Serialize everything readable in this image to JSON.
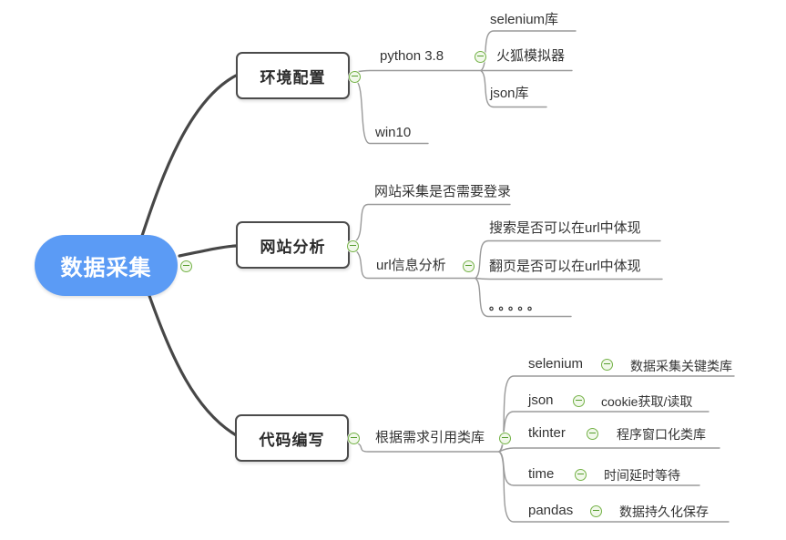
{
  "app": {
    "type": "mindmap"
  },
  "colors": {
    "root_bg": "#5b9bf5",
    "root_text": "#ffffff",
    "branch_border": "#4b4b4b",
    "thick_line": "#474747",
    "thin_line": "#9a9a9a",
    "collapse_green": "#74b247",
    "text": "#333333"
  },
  "icons": {
    "collapse": "minus-in-circle"
  },
  "root": {
    "label": "数据采集"
  },
  "branches": [
    {
      "label": "环境配置",
      "children": [
        {
          "label": "python 3.8",
          "children": [
            {
              "label": "selenium库"
            },
            {
              "label": "火狐模拟器"
            },
            {
              "label": "json库"
            }
          ]
        },
        {
          "label": "win10"
        }
      ]
    },
    {
      "label": "网站分析",
      "children": [
        {
          "label": "网站采集是否需要登录"
        },
        {
          "label": "url信息分析",
          "children": [
            {
              "label": "搜索是否可以在url中体现"
            },
            {
              "label": "翻页是否可以在url中体现"
            },
            {
              "label": "。。。。。"
            }
          ]
        }
      ]
    },
    {
      "label": "代码编写",
      "children": [
        {
          "label": "根据需求引用类库",
          "children": [
            {
              "label": "selenium",
              "children": [
                {
                  "label": "数据采集关键类库"
                }
              ]
            },
            {
              "label": "json",
              "children": [
                {
                  "label": "cookie获取/读取"
                }
              ]
            },
            {
              "label": "tkinter",
              "children": [
                {
                  "label": "程序窗口化类库"
                }
              ]
            },
            {
              "label": "time",
              "children": [
                {
                  "label": "时间延时等待"
                }
              ]
            },
            {
              "label": "pandas",
              "children": [
                {
                  "label": "数据持久化保存"
                }
              ]
            }
          ]
        }
      ]
    }
  ]
}
